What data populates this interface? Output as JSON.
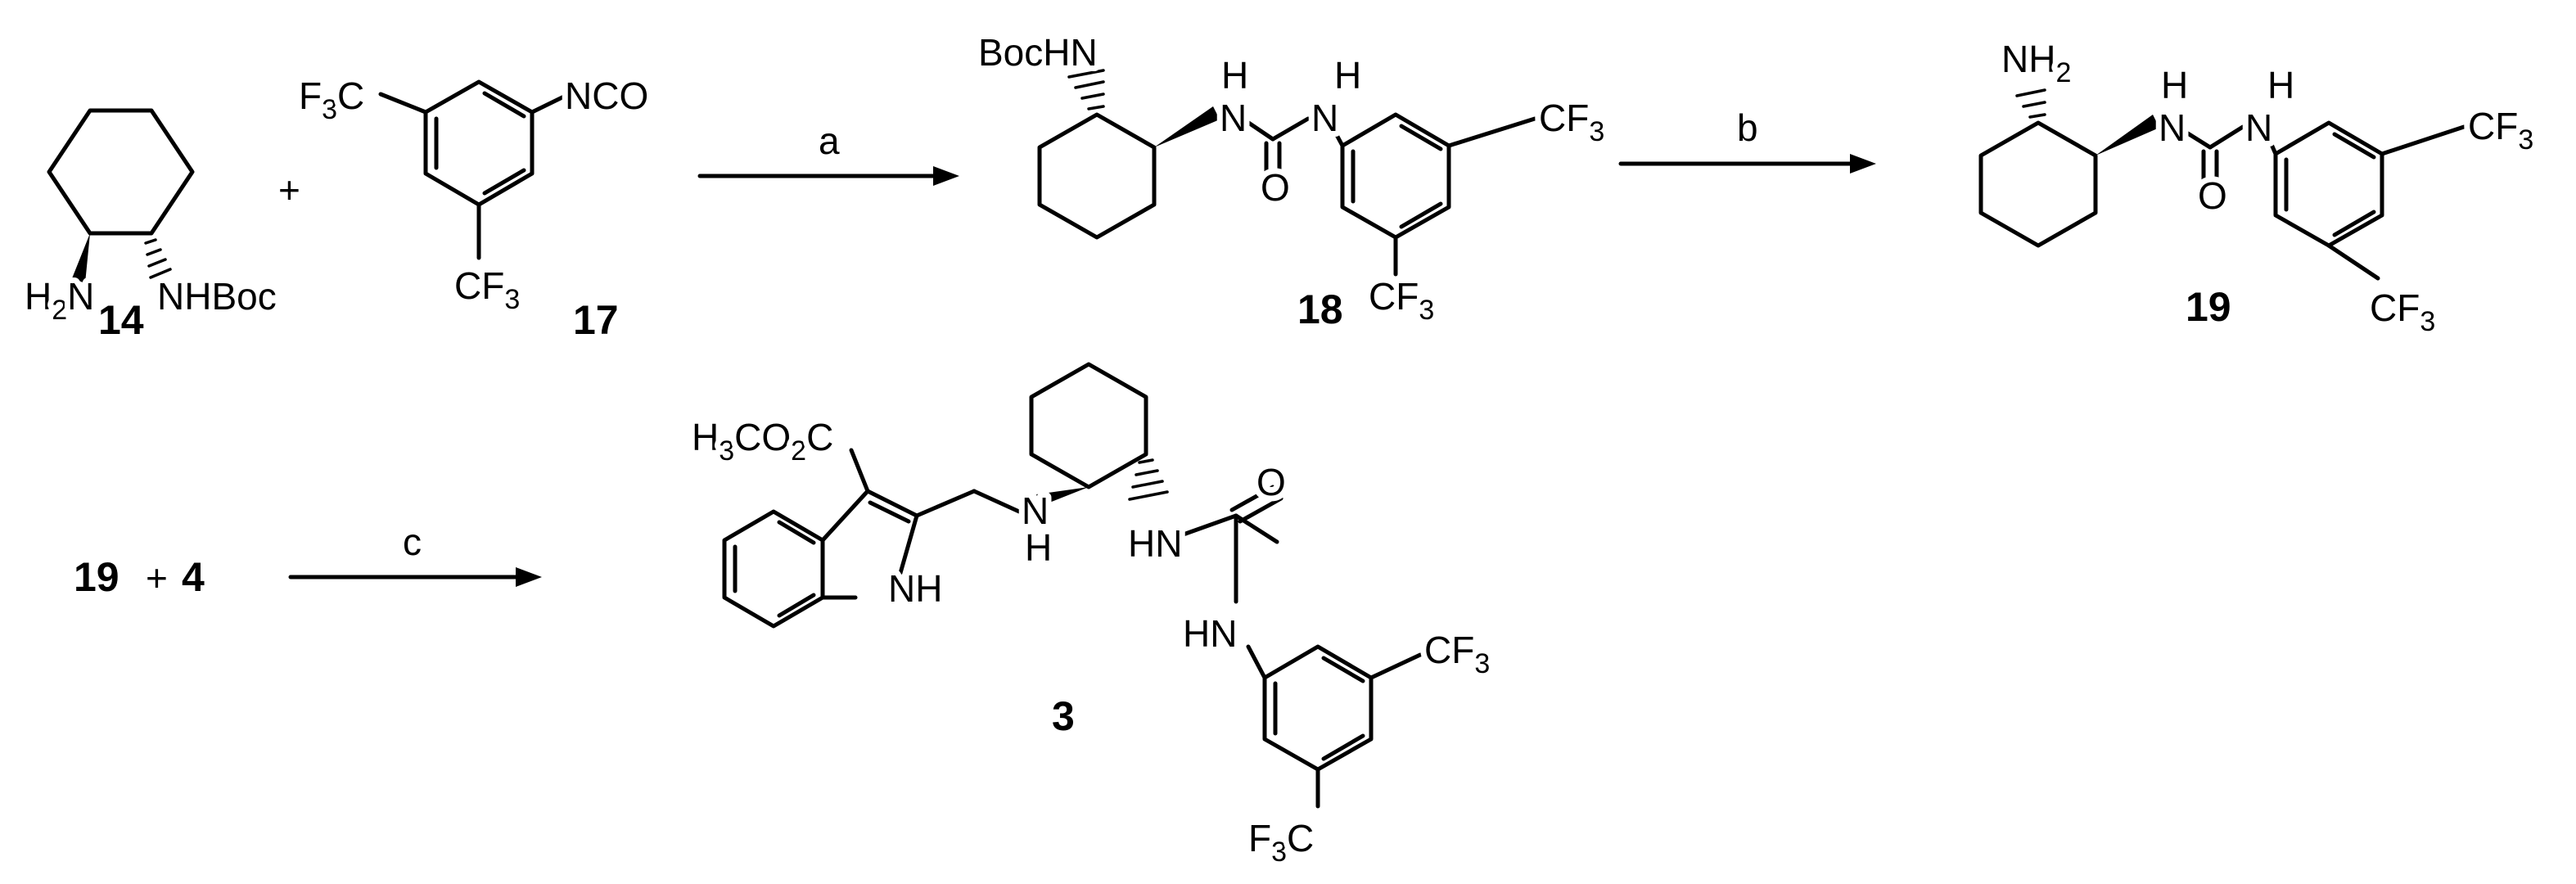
{
  "compounds": {
    "c14": {
      "number": "14",
      "amine": "H2N",
      "carbamate": "NHBoc"
    },
    "c17": {
      "number": "17",
      "isocyanate": "NCO",
      "cf3_upper": "F3C",
      "cf3_lower": "CF3"
    },
    "c18": {
      "number": "18",
      "boc_amine": "BocHN",
      "nh_left": "H",
      "nh_right": "H",
      "carbonyl_o": "O",
      "cf3_right": "CF3",
      "cf3_lower": "CF3"
    },
    "c19": {
      "number": "19",
      "amine": "NH2",
      "nh_left": "H",
      "nh_right": "H",
      "carbonyl_o": "O",
      "cf3_right": "CF3",
      "cf3_lower": "CF3"
    },
    "c3": {
      "number": "3",
      "ester": "H3CO2C",
      "amine_n": "N",
      "amine_h": "H",
      "indole_nh": "NH",
      "urea_nh_upper": "HN",
      "urea_nh_lower": "HN",
      "carbonyl_o": "O",
      "cf3_right": "CF3",
      "cf3_lower": "F3C"
    }
  },
  "reactions": {
    "a": {
      "condition": "a",
      "plus": "+"
    },
    "b": {
      "condition": "b"
    },
    "c": {
      "condition": "c",
      "reactants_left": "19",
      "plus": "+",
      "reactants_right": "4"
    }
  }
}
